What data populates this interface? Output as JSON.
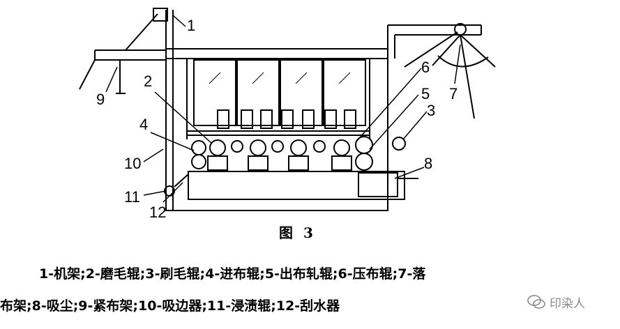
{
  "figure": {
    "labels": [
      "1",
      "2",
      "3",
      "4",
      "5",
      "6",
      "7",
      "8",
      "9",
      "10",
      "11",
      "12"
    ],
    "caption_title": "图   3",
    "legend_line1": "1-机架;2-磨毛辊;3-刷毛辊;4-进布辊;5-出布轧辊;6-压布辊;7-落",
    "legend_line2": "布架;8-吸尘;9-紧布架;10-吸边器;11-浸渍辊;12-刮水器"
  },
  "watermark": {
    "text": "印染人",
    "icon": "wechat-icon",
    "color": "#8a8a8a"
  }
}
